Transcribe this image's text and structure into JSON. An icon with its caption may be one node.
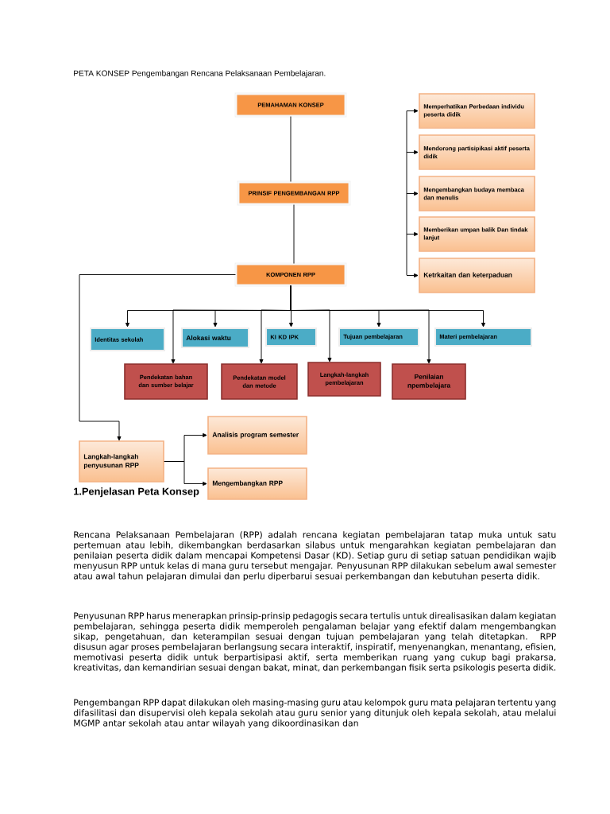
{
  "diagram": {
    "title": "PETA KONSEP Pengembangan Rencana Pelaksanaan Pembelajaran.",
    "nodes": [
      {
        "text": [
          "PEMAHAMAN KONSEP"
        ]
      },
      {
        "text": [
          "PRINSIF PENGEMBANGAN RPP"
        ]
      },
      {
        "text": [
          "KOMPONEN RPP"
        ]
      },
      {
        "text": [
          "Memperhatikan Perbedaan individu peserta didik"
        ]
      },
      {
        "text": [
          "Mendorong partisipikasi aktif peserta didik"
        ]
      },
      {
        "text": [
          "Mengembangkan budaya membaca dan menulis"
        ]
      },
      {
        "text": [
          "Memberikan umpan balik Dan tindak lanjut"
        ]
      },
      {
        "text": [
          "Ketrkaitan dan keterpaduan"
        ]
      },
      {
        "text": [
          "Identitas sekolah"
        ]
      },
      {
        "text": [
          "Alokasi waktu"
        ]
      },
      {
        "text": [
          "KI KD IPK"
        ]
      },
      {
        "text": [
          "Tujuan pembelajaran"
        ]
      },
      {
        "text": [
          "Materi pembelajaran"
        ]
      },
      {
        "text": [
          "Pendekatan bahan dan sumber belajar"
        ]
      },
      {
        "text": [
          "Pendekatan model dan metode"
        ]
      },
      {
        "text": [
          "Langkah-langkah pembelajaran"
        ]
      },
      {
        "text": [
          "Penilaian npembelajara"
        ]
      },
      {
        "text": [
          "Langkah-langkah penyusunan RPP"
        ]
      },
      {
        "text": [
          "Analisis program semester"
        ]
      },
      {
        "text": [
          "Mengembangkan RPP"
        ]
      }
    ],
    "edges": [
      {
        "from": 0,
        "to": 1,
        "arrow": "none"
      },
      {
        "from": 1,
        "to": 2,
        "arrow": "none"
      },
      {
        "from": null,
        "to": 3,
        "arrow": "to"
      },
      {
        "from": null,
        "to": 4,
        "arrow": "to"
      },
      {
        "from": null,
        "to": 5,
        "arrow": "to"
      },
      {
        "from": null,
        "to": 6,
        "arrow": "to"
      },
      {
        "from": null,
        "to": 7,
        "arrow": "to"
      },
      {
        "from": 2,
        "to": 8,
        "arrow": "to"
      },
      {
        "from": 2,
        "to": 9,
        "arrow": "to"
      },
      {
        "from": 2,
        "to": 10,
        "arrow": "to"
      },
      {
        "from": 2,
        "to": 11,
        "arrow": "to"
      },
      {
        "from": 2,
        "to": 12,
        "arrow": "to"
      },
      {
        "from": 2,
        "to": 13,
        "arrow": "to"
      },
      {
        "from": 2,
        "to": 14,
        "arrow": "to"
      },
      {
        "from": 2,
        "to": 15,
        "arrow": "to"
      },
      {
        "from": 2,
        "to": 16,
        "arrow": "to"
      },
      {
        "from": 2,
        "to": 17,
        "arrow": "to"
      },
      {
        "from": 17,
        "to": 18,
        "arrow": "to"
      },
      {
        "from": 17,
        "to": 19,
        "arrow": "to"
      }
    ],
    "labels": [
      "1.Penjelasan Peta Konsep",
      "Rencana Pelaksanaan Pembelajaran (RPP) adalah rencana kegiatan pembelajaran tatap muka untuk satu pertemuan atau lebih, dikembangkan berdasarkan silabus untuk mengarahkan kegiatan pembelajaran dan penilaian peserta didik dalam mencapai Kompetensi Dasar (KD). Setiap guru di setiap satuan pendidikan wajib menyusun RPP untuk kelas di mana guru tersebut mengajar. Penyusunan RPP dilakukan sebelum awal semester atau awal tahun pelajaran dimulai dan perlu diperbarui sesuai perkembangan dan kebutuhan peserta didik.",
      "Penyusunan RPP harus menerapkan prinsip-prinsip pedagogis secara tertulis untuk direalisasikan dalam kegiatan pembelajaran, sehingga peserta didik memperoleh pengalaman belajar yang efektif dalam mengembangkan sikap, pengetahuan, dan keterampilan sesuai dengan tujuan pembelajaran yang telah ditetapkan. RPP disusun agar proses pembelajaran berlangsung secara interaktif, inspiratif, menyenangkan, menantang, efisien, memotivasi peserta didik untuk berpartisipasi aktif, serta memberikan ruang yang cukup bagi prakarsa, kreativitas, dan kemandirian sesuai dengan bakat, minat, dan perkembangan fisik serta psikologis peserta didik.",
      "Pengembangan RPP dapat dilakukan oleh masing-masing guru atau kelompok guru mata pelajaran tertentu yang difasilitasi dan disupervisi oleh kepala sekolah atau guru senior yang ditunjuk oleh kepala sekolah, atau melalui MGMP antar sekolah atau antar wilayah yang dikoordinasikan dan"
    ]
  }
}
